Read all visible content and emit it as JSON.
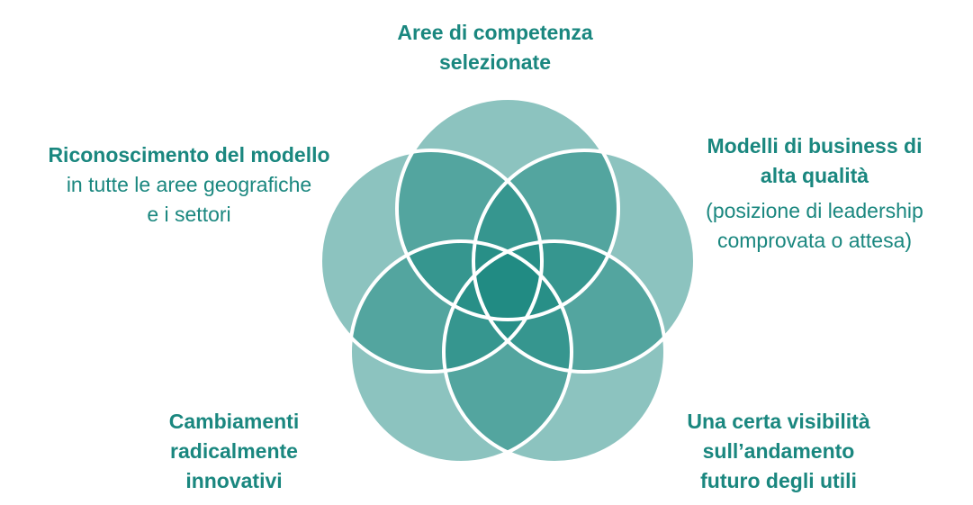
{
  "diagram": {
    "colors": {
      "circle_fill": "#1a877f",
      "circle_stroke": "#ffffff",
      "text": "#1a877f"
    },
    "circles": [
      {
        "id": "top",
        "label_title_lines": [
          "Aree di competenza",
          "selezionate"
        ],
        "label_detail_lines": []
      },
      {
        "id": "left",
        "label_title_lines": [
          "Riconoscimento del modello"
        ],
        "label_detail_lines": [
          "in tutte le aree geografiche",
          "e i settori"
        ]
      },
      {
        "id": "right",
        "label_title_lines": [
          "Modelli di business di",
          "alta qualità"
        ],
        "label_detail_lines": [
          "(posizione di leadership",
          "comprovata o attesa)"
        ]
      },
      {
        "id": "bottom-left",
        "label_title_lines": [
          "Cambiamenti",
          "radicalmente",
          "innovativi"
        ],
        "label_detail_lines": []
      },
      {
        "id": "bottom-right",
        "label_title_lines": [
          "Una certa visibilità",
          "sull’andamento",
          "futuro degli utili"
        ],
        "label_detail_lines": []
      }
    ]
  }
}
